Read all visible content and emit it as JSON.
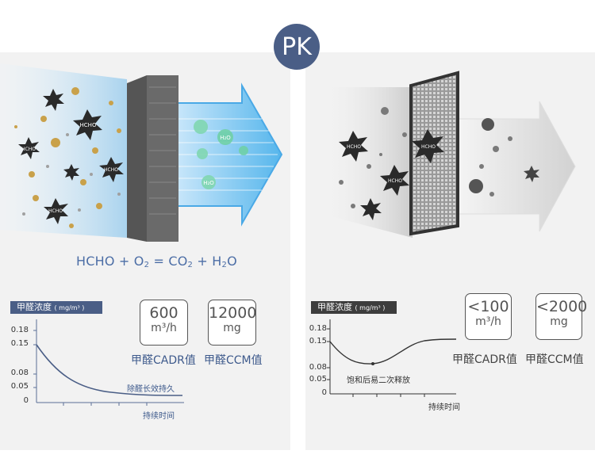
{
  "badge": "PK",
  "formula": {
    "a": "HCHO + O",
    "b": " = CO",
    "c": " + H",
    "d": "O",
    "sub2": "2"
  },
  "molecule_labels": {
    "hcho": "HCHO",
    "h2o": "H₂O"
  },
  "left": {
    "chart_title": "甲醛浓度",
    "chart_unit": "( mg/m³ )",
    "y_ticks": [
      "0.18",
      "0.15",
      "0.08",
      "0.05",
      "0"
    ],
    "curve_note": "除醛长效持久",
    "x_label": "持续时间",
    "cadr_value": "600",
    "cadr_unit": "m³/h",
    "cadr_label": "甲醛CADR值",
    "ccm_value": "12000",
    "ccm_unit": "mg",
    "ccm_label": "甲醛CCM值",
    "accent": "#4a5e86"
  },
  "right": {
    "chart_title": "甲醛浓度",
    "chart_unit": "( mg/m³ )",
    "y_ticks": [
      "0.18",
      "0.15",
      "0.08",
      "0.05",
      "0"
    ],
    "curve_note": "饱和后易二次释放",
    "x_label": "持续时间",
    "cadr_value": "<100",
    "cadr_unit": "m³/h",
    "cadr_label": "甲醛CADR值",
    "ccm_value": "<2000",
    "ccm_unit": "mg",
    "ccm_label": "甲醛CCM值",
    "accent": "#3d3d3d"
  }
}
